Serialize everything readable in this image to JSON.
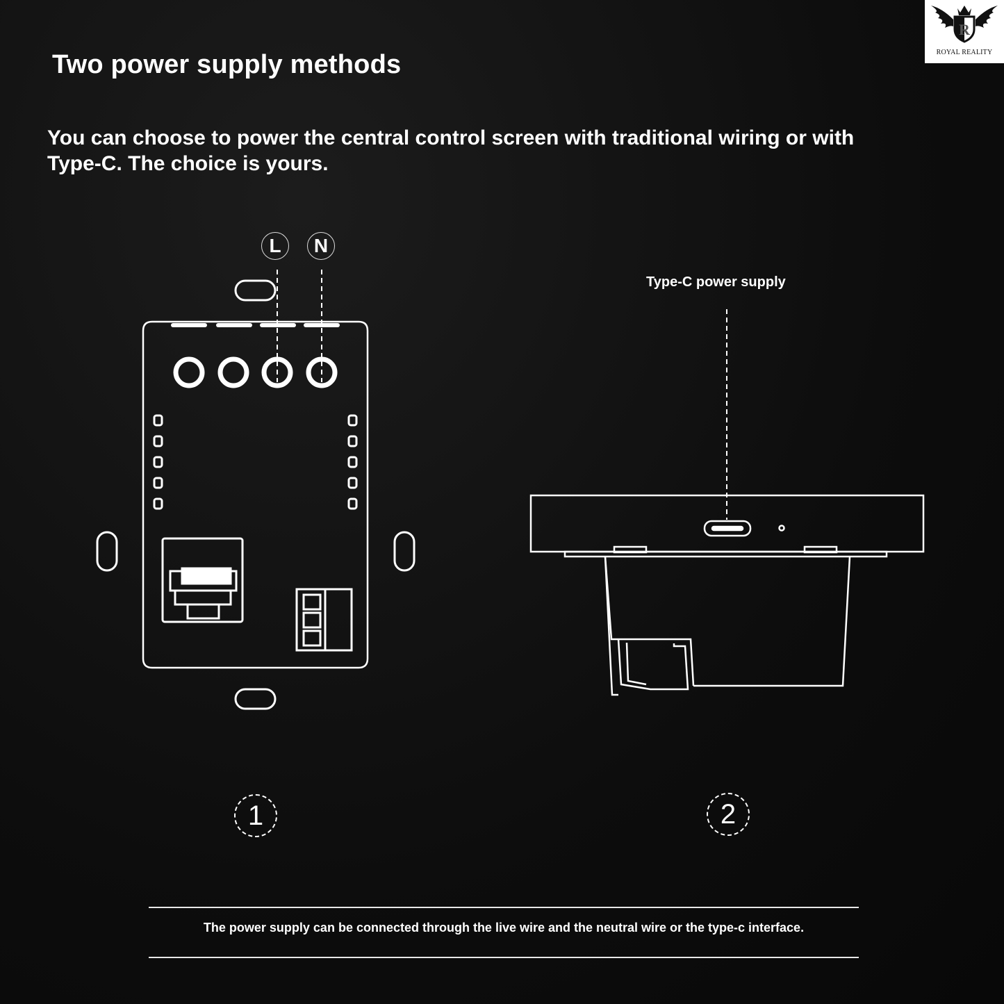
{
  "header": {
    "title": "Two power supply methods",
    "subtitle": "You can choose to power the central control screen with traditional wiring or with Type-C. The choice is yours."
  },
  "logo": {
    "brand": "ROYAL REALITY",
    "monogram": "R"
  },
  "diagram_1": {
    "number": "1",
    "terminal_labels": [
      "L",
      "N"
    ],
    "description": "Rear view of panel with wiring terminals"
  },
  "diagram_2": {
    "number": "2",
    "callout": "Type-C power supply",
    "description": "Side view of panel with Type-C port"
  },
  "footer": {
    "note": "The power supply can be connected through the live wire and the neutral wire or the type-c interface."
  },
  "colors": {
    "background": "#0e0e0e",
    "foreground": "#ffffff"
  }
}
